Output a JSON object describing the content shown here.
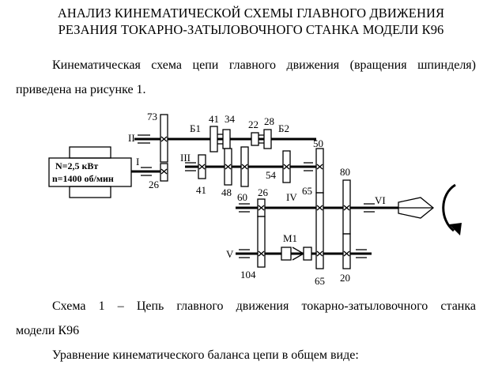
{
  "document": {
    "title_line1": "АНАЛИЗ КИНЕМАТИЧЕСКОЙ СХЕМЫ ГЛАВНОГО ДВИЖЕНИЯ",
    "title_line2": "РЕЗАНИЯ ТОКАРНО-ЗАТЫЛОВОЧНОГО СТАНКА МОДЕЛИ К96",
    "intro_line1": "Кинематическая схема цепи главного движения (вращения шпинделя)",
    "intro_line2": "приведена на рисунке 1.",
    "caption_line1": "Схема 1 – Цепь главного движения токарно-затыловочного станка",
    "caption_line2": "модели К96",
    "equation_intro": "Уравнение кинематического баланса цепи в общем виде:"
  },
  "diagram": {
    "motor_power": "N=2,5 кВт",
    "motor_speed": "n=1400 об/мин",
    "shafts": {
      "I": "I",
      "II": "II",
      "III": "III",
      "IV": "IV",
      "V": "V",
      "VI": "VI"
    },
    "blocks": {
      "b1": "Б1",
      "b2": "Б2",
      "m1": "М1"
    },
    "gears": {
      "g73": "73",
      "g26a": "26",
      "g41a": "41",
      "g34": "34",
      "g22": "22",
      "g28": "28",
      "g41b": "41",
      "g48": "48",
      "g60": "60",
      "g26b": "26",
      "g54": "54",
      "g50": "50",
      "g65a": "65",
      "g80": "80",
      "g104": "104",
      "g65b": "65",
      "g20": "20"
    }
  }
}
